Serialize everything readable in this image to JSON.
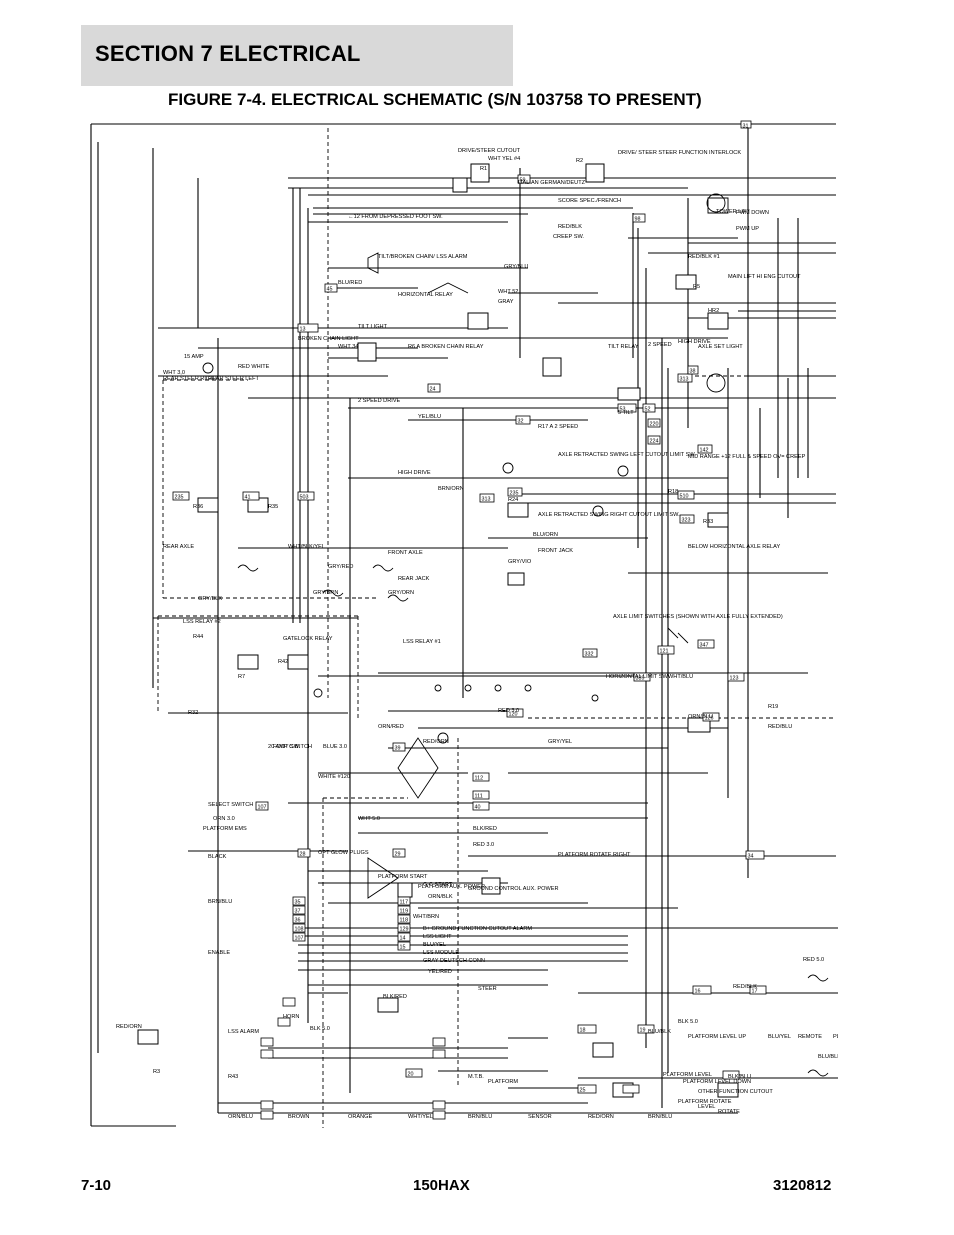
{
  "header": {
    "section": "SECTION 7   ELECTRICAL",
    "figure_title": "FIGURE 7-4. ELECTRICAL SCHEMATIC (S/N 103758 TO PRESENT)"
  },
  "schematic": {
    "labels": [
      "DRIVE/STEER CUTOUT",
      "WHT YEL #4",
      "R1",
      "R2",
      "DRIVE/ STEER STEER FUNCTION INTERLOCK",
      "ITALIAN GERMAN/DEUTZ",
      "SCORE SPEC./FRENCH",
      "←12 FROM DEPRESSED FOOT SW.",
      "TILT/BROKEN CHAIN/ LSS ALARM",
      "BLU/RED",
      "RED/BLK",
      "CREEP SW.",
      "GRY/BLU",
      "WHT 52",
      "GRAY",
      "HORIZONTAL RELAY",
      "TILT LIGHT",
      "BROKEN CHAIN LIGHT",
      "WHT 34",
      "R6 A BROKEN CHAIN RELAY",
      "TILT RELAY",
      "2 SPEED",
      "HIGH DRIVE",
      "AXLE SET LIGHT",
      "TOWER LIFT",
      "PWM DOWN",
      "PWM UP",
      "RED/BLK #1",
      "MAIN LIFT HI ENG CUTOUT",
      "R5",
      "HR2",
      "15 AMP",
      "WHT 3,0",
      "RED WHITE",
      "REAR STEER RIGHT",
      "REAR STEER LEFT",
      "2 SPEED DRIVE",
      "YEL/BLU",
      "R17 A 2 SPEED",
      "5 TILT",
      "AXLE RETRACTED SWING LEFT CUTOUT LIMIT SW.",
      "MID RANGE +12 FULL & SPEED OV= CREEP",
      "HIGH DRIVE",
      "BRN/ORN",
      "R24",
      "AXLE RETRACTED SWING RIGHT CUTOUT LIMIT SW.",
      "BLU/ORN",
      "R36",
      "R35",
      "R33",
      "BELOW HORIZONTAL AXLE RELAY",
      "REAR AXLE",
      "WHT/BLK/YEL",
      "FRONT AXLE",
      "GRY/RED",
      "REAR JACK",
      "FRONT JACK",
      "GRY/VIO",
      "GRY/BRN",
      "GRY/ORN",
      "GRY/BLK",
      "LSS RELAY #2",
      "GATELOCK RELAY",
      "R44",
      "R42",
      "R7",
      "LSS RELAY #1",
      "AXLE LIMIT SWITCHES (SHOWN WITH AXLE FULLY EXTENDED)",
      "HORIZONTAL LIMIT SW.",
      "WHT/BLU",
      "R32",
      "RED 3,0",
      "ORN/RED",
      "RED/ORN",
      "GRY/YEL",
      "FOOT SWITCH",
      "20 AMP C.B.",
      "BLUE 3.0",
      "WHITE #120",
      "SELECT SWITCH",
      "ORN 3.0",
      "WHT 5.0",
      "PLATFORM EMS",
      "BLK/RED",
      "RED 3.0",
      "OPT GLOW PLUGS",
      "PLATFORM START",
      "ORN/BLK",
      "BLACK",
      "G C START",
      "PLATFORM AUX. POWER",
      "GROUND CONTROL AUX. POWER",
      "BRN/BLU",
      "WHT/BRN",
      "B+ GROUND FUNCTION CUTOUT ALARM",
      "LSS LIGHT",
      "BLU/YEL",
      "LSS MODULE",
      "GRAY DEUTSCH CONN",
      "ENABLE",
      "HORN",
      "RED 5.0",
      "RED/BLK",
      "RED/ORN",
      "YEL/RED",
      "BLK/RED",
      "BLK 5.0",
      "STEER",
      "BLK 5.0",
      "PLATFORM LEVEL UP",
      "BLU/BLK",
      "R3",
      "LSS ALARM",
      "R43",
      "PLATFORM",
      "M.T.B.",
      "PLATFORM LEVEL",
      "PLATFORM LEVEL DOWN",
      "BLK/BLU",
      "BLU/BLK",
      "OTHER FUNCTION CUTOUT",
      "LEVEL",
      "ROTATE",
      "PLATFORM ROTATE",
      "REMOTE",
      "BLU/YEL",
      "PLATFORM ROTATE LEFT",
      "ORN/BLU",
      "R19",
      "R18",
      "PLATFORM ROTATE RIGHT",
      "RED/BLU",
      "ORN/BLU",
      "BROWN",
      "ORANGE",
      "WHT/YEL",
      "BRN/BLU",
      "SENSOR",
      "RED/ORN",
      "BRN/BLU"
    ],
    "wire_numbers": [
      "31",
      "59",
      "98",
      "45",
      "13",
      "24",
      "53",
      "52",
      "32",
      "313",
      "313",
      "38",
      "220",
      "224",
      "235",
      "235",
      "41",
      "503",
      "510",
      "142",
      "323",
      "347",
      "332",
      "121",
      "339",
      "123",
      "126",
      "39",
      "120",
      "112",
      "111",
      "40",
      "107",
      "28",
      "29",
      "34",
      "35",
      "37",
      "36",
      "108",
      "107",
      "117",
      "119",
      "118",
      "129",
      "14",
      "15",
      "16",
      "17",
      "18",
      "19",
      "20",
      "25"
    ]
  },
  "footer": {
    "page": "7-10",
    "model": "150HAX",
    "part_number": "3120812"
  }
}
